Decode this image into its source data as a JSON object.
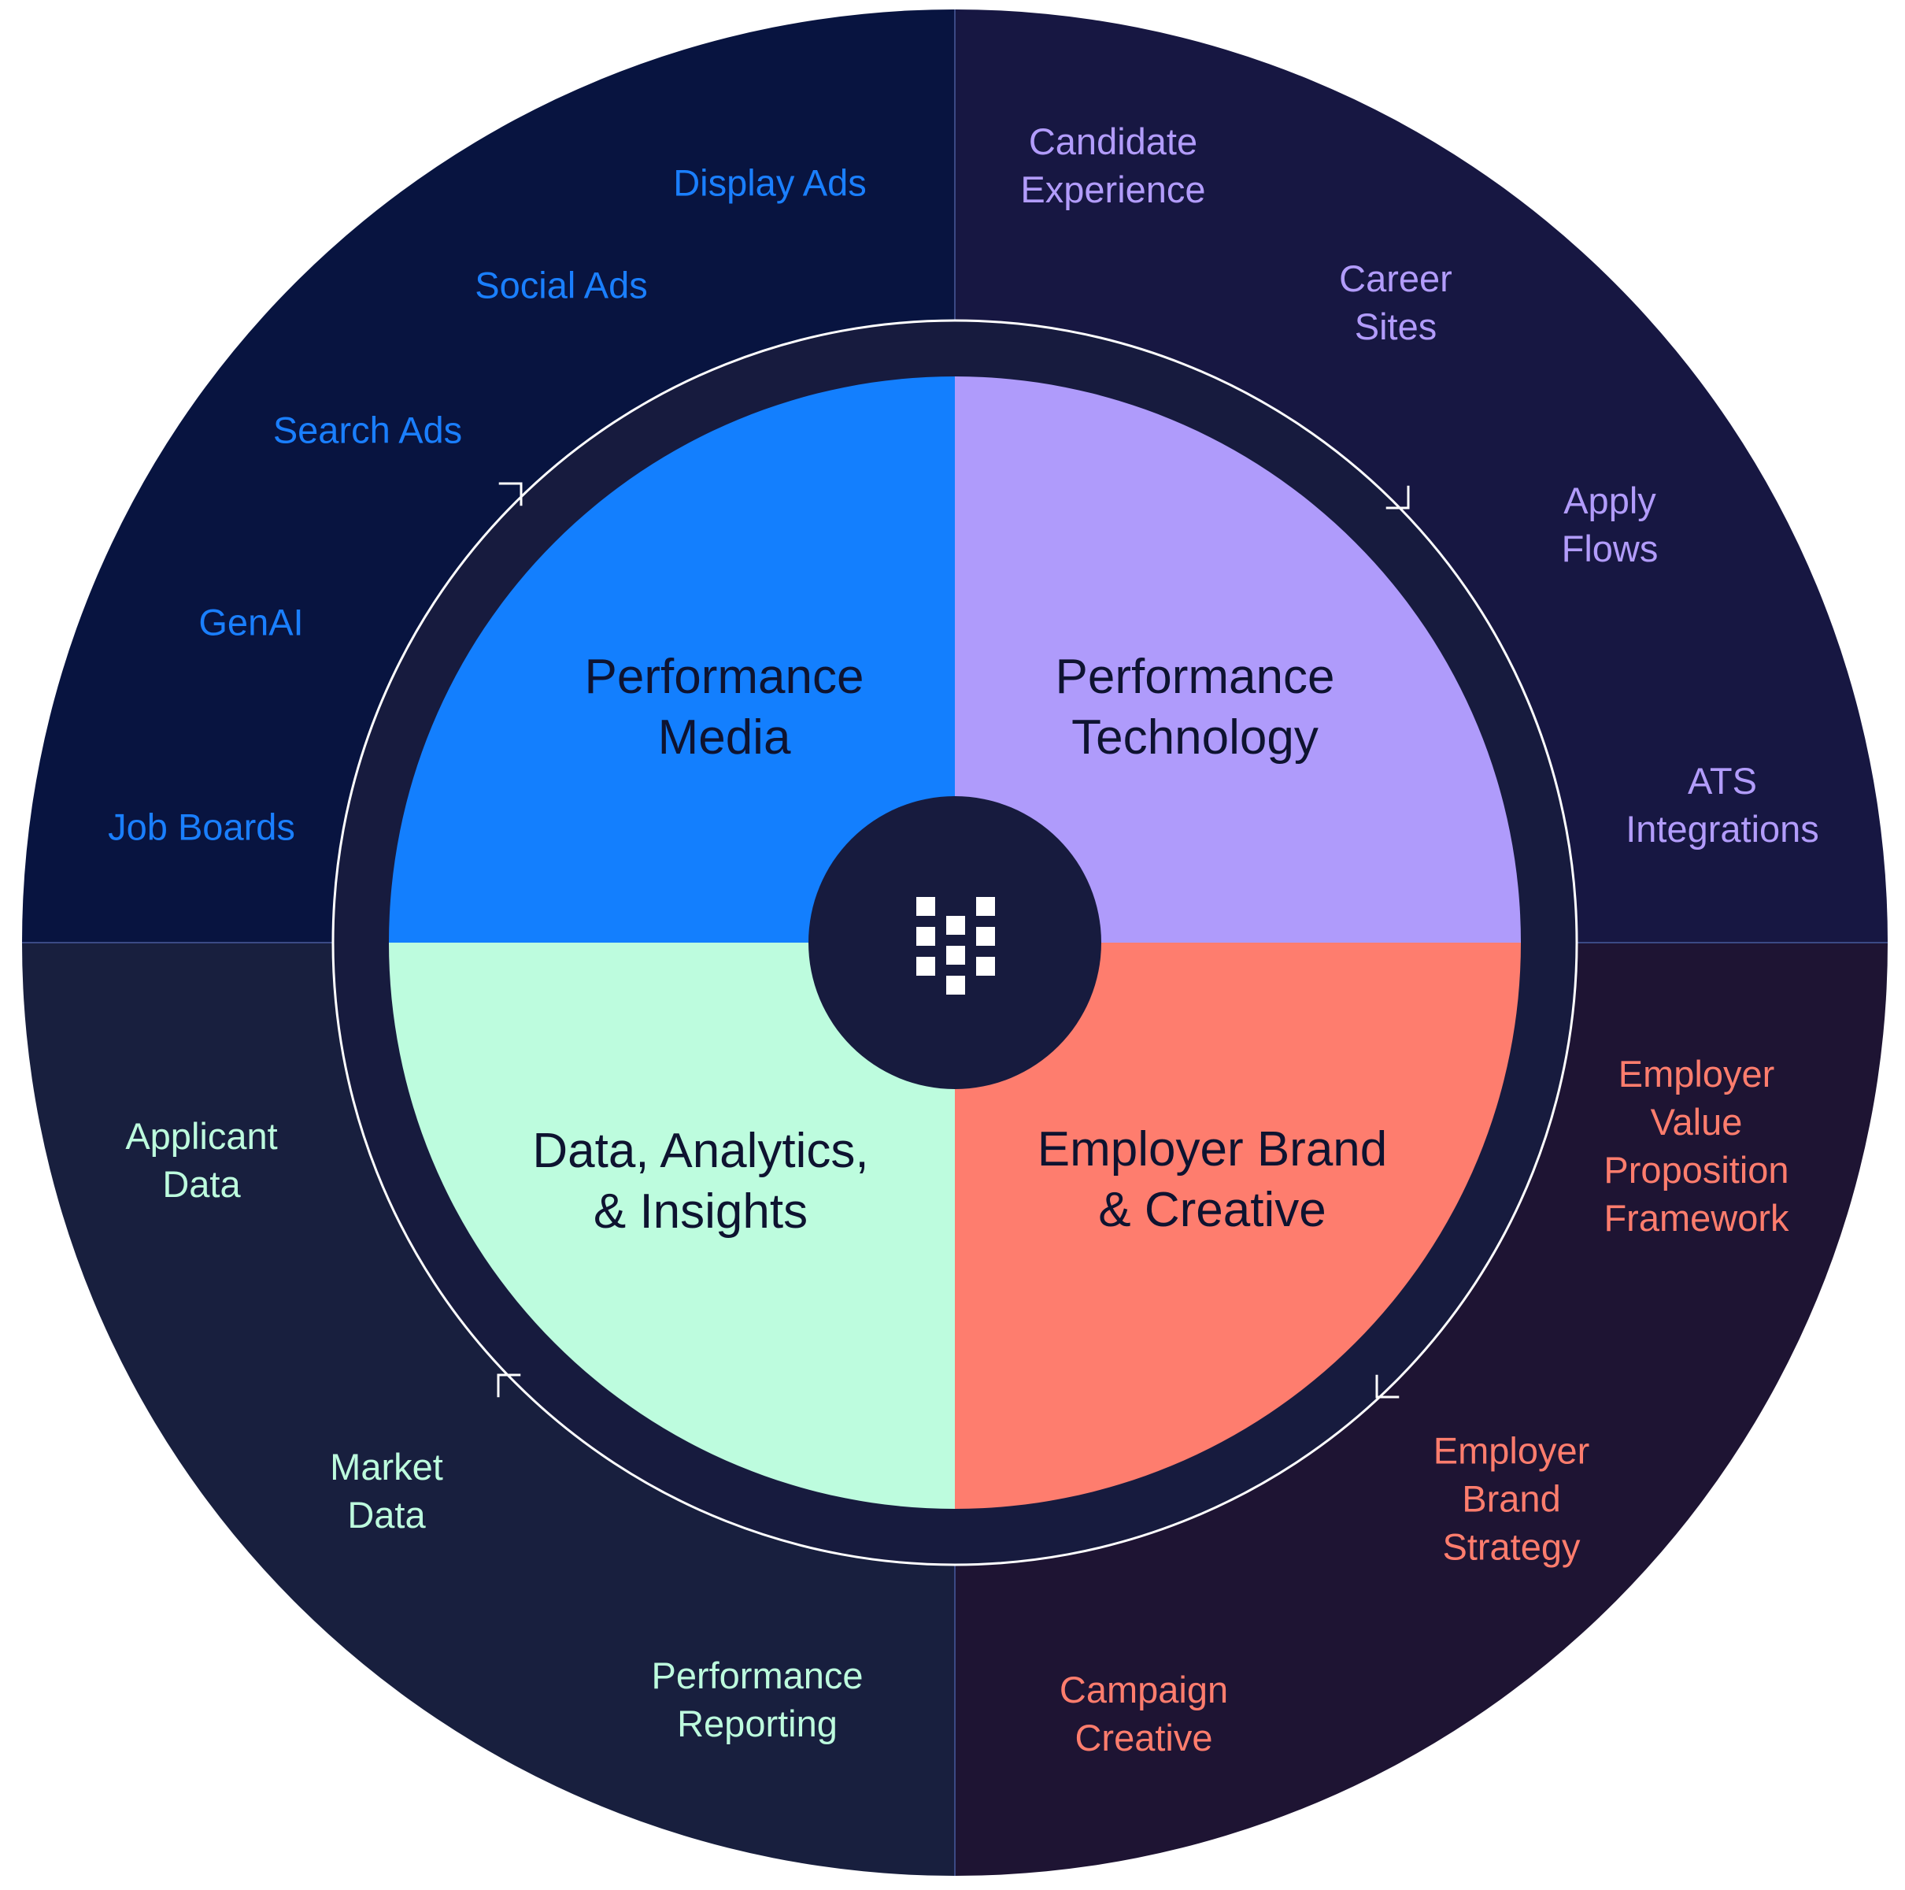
{
  "colors": {
    "background": "#ffffff",
    "outer_top_left": "#081440",
    "outer_top_right": "#171742",
    "outer_bottom_left": "#181f3e",
    "outer_bottom_right": "#1e1433",
    "inner_ring_band": "#171b3e",
    "ring_line": "#ffffff",
    "performance_media": "#137ffe",
    "performance_technology": "#af9bfb",
    "data_analytics": "#bdfcde",
    "employer_brand": "#fe7d6e",
    "hub": "#171b3e",
    "hub_logo": "#ffffff"
  },
  "hub": {
    "icon": "brand-logo-icon"
  },
  "cycle": {
    "direction": "clockwise",
    "arrow_icon": "chevron-arrow-icon"
  },
  "quadrants": {
    "performance_media": {
      "title_lines": [
        "Performance",
        "Media"
      ],
      "items": [
        {
          "lines": [
            "Display Ads"
          ]
        },
        {
          "lines": [
            "Social Ads"
          ]
        },
        {
          "lines": [
            "Search Ads"
          ]
        },
        {
          "lines": [
            "GenAI"
          ]
        },
        {
          "lines": [
            "Job Boards"
          ]
        }
      ]
    },
    "performance_technology": {
      "title_lines": [
        "Performance",
        "Technology"
      ],
      "items": [
        {
          "lines": [
            "Candidate",
            "Experience"
          ]
        },
        {
          "lines": [
            "Career",
            "Sites"
          ]
        },
        {
          "lines": [
            "Apply",
            "Flows"
          ]
        },
        {
          "lines": [
            "ATS",
            "Integrations"
          ]
        }
      ]
    },
    "employer_brand": {
      "title_lines": [
        "Employer Brand",
        "& Creative"
      ],
      "items": [
        {
          "lines": [
            "Employer",
            "Value",
            "Proposition",
            "Framework"
          ]
        },
        {
          "lines": [
            "Employer",
            "Brand",
            "Strategy"
          ]
        },
        {
          "lines": [
            "Campaign",
            "Creative"
          ]
        }
      ]
    },
    "data_analytics": {
      "title_lines": [
        "Data, Analytics,",
        "& Insights"
      ],
      "items": [
        {
          "lines": [
            "Applicant",
            "Data"
          ]
        },
        {
          "lines": [
            "Market",
            "Data"
          ]
        },
        {
          "lines": [
            "Performance",
            "Reporting"
          ]
        }
      ]
    }
  }
}
